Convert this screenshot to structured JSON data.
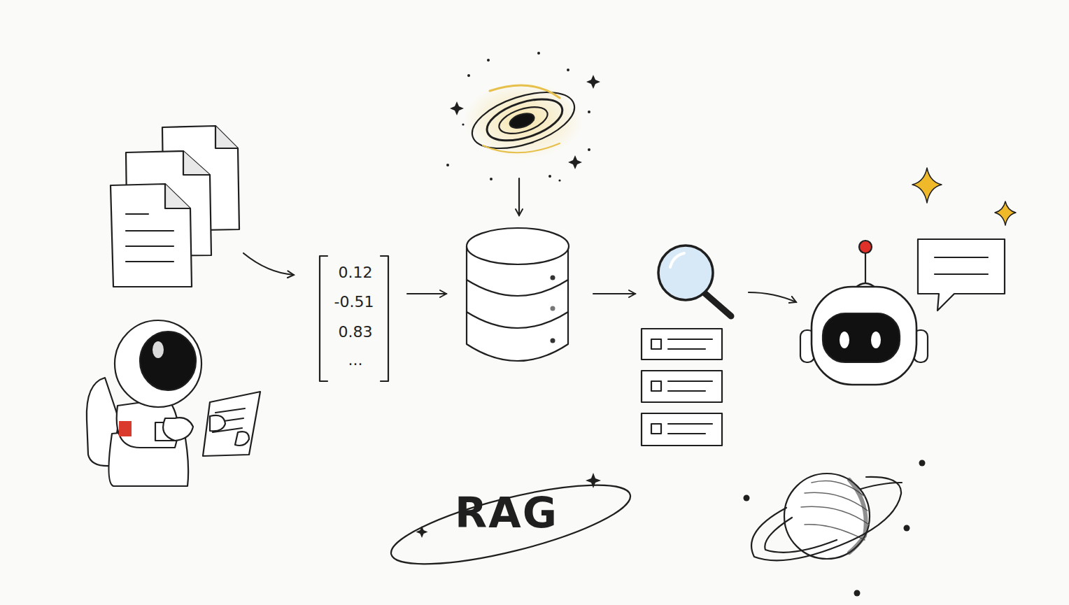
{
  "diagram": {
    "labels": [
      "0.12",
      "-0.51",
      "0.83",
      "...",
      "RAG"
    ]
  }
}
